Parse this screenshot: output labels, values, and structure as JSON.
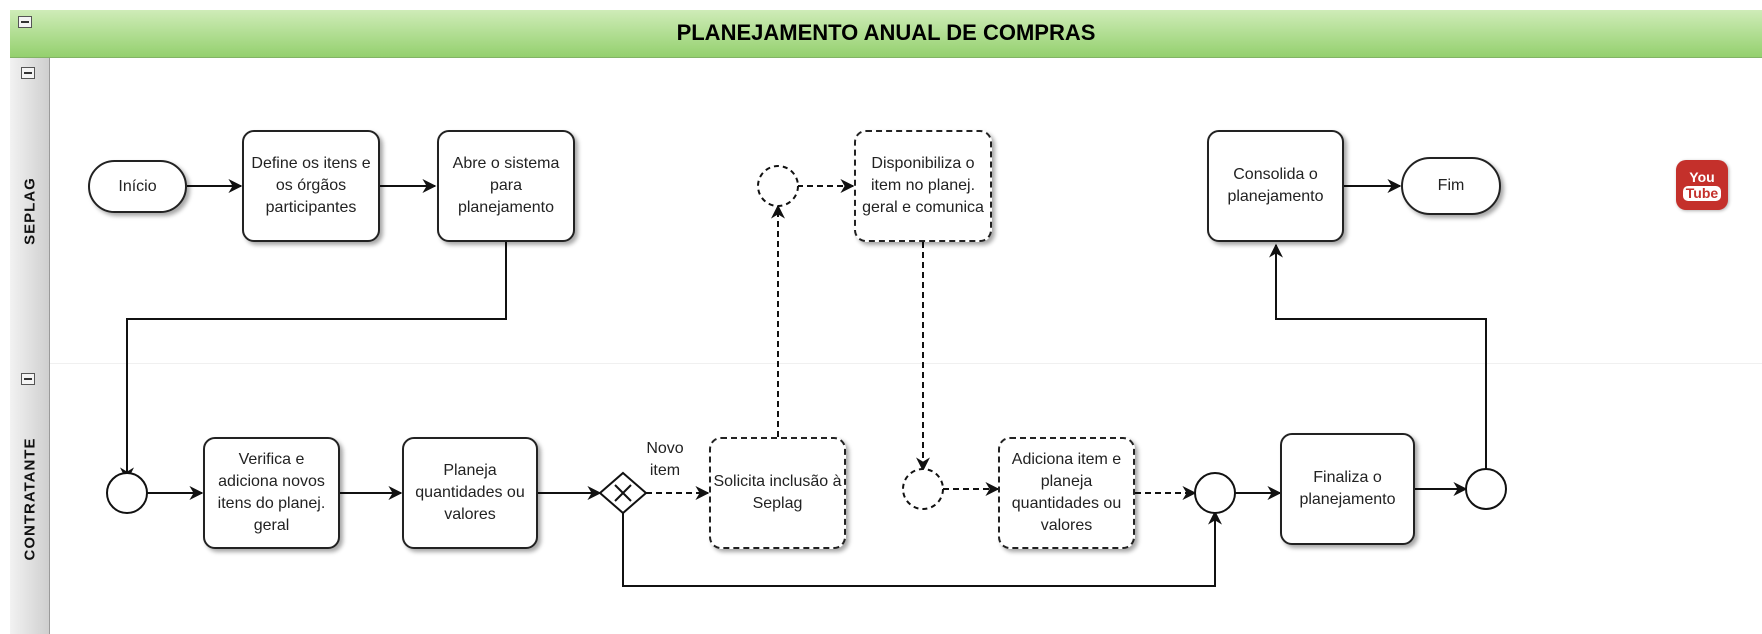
{
  "pool": {
    "title": "PLANEJAMENTO ANUAL DE COMPRAS"
  },
  "lanes": {
    "seplag": "SEPLAG",
    "contratante": "CONTRATANTE"
  },
  "nodes": {
    "inicio": "Início",
    "define_itens": "Define os itens e os órgãos participantes",
    "abre_sistema": "Abre o sistema para planejamento",
    "disponibiliza": "Disponibiliza o item no planej. geral e comunica",
    "consolida": "Consolida o planejamento",
    "fim": "Fim",
    "verifica": "Verifica e adiciona novos itens do planej. geral",
    "planeja": "Planeja quantidades ou valores",
    "novo_item": "Novo item",
    "solicita": "Solicita inclusão à Seplag",
    "adiciona": "Adiciona item e planeja quantidades ou valores",
    "finaliza": "Finaliza o planejamento"
  },
  "icons": {
    "youtube": {
      "you": "You",
      "tube": "Tube",
      "color": "#c4302b"
    }
  },
  "colors": {
    "header": "#97d077",
    "stroke": "#222222"
  }
}
